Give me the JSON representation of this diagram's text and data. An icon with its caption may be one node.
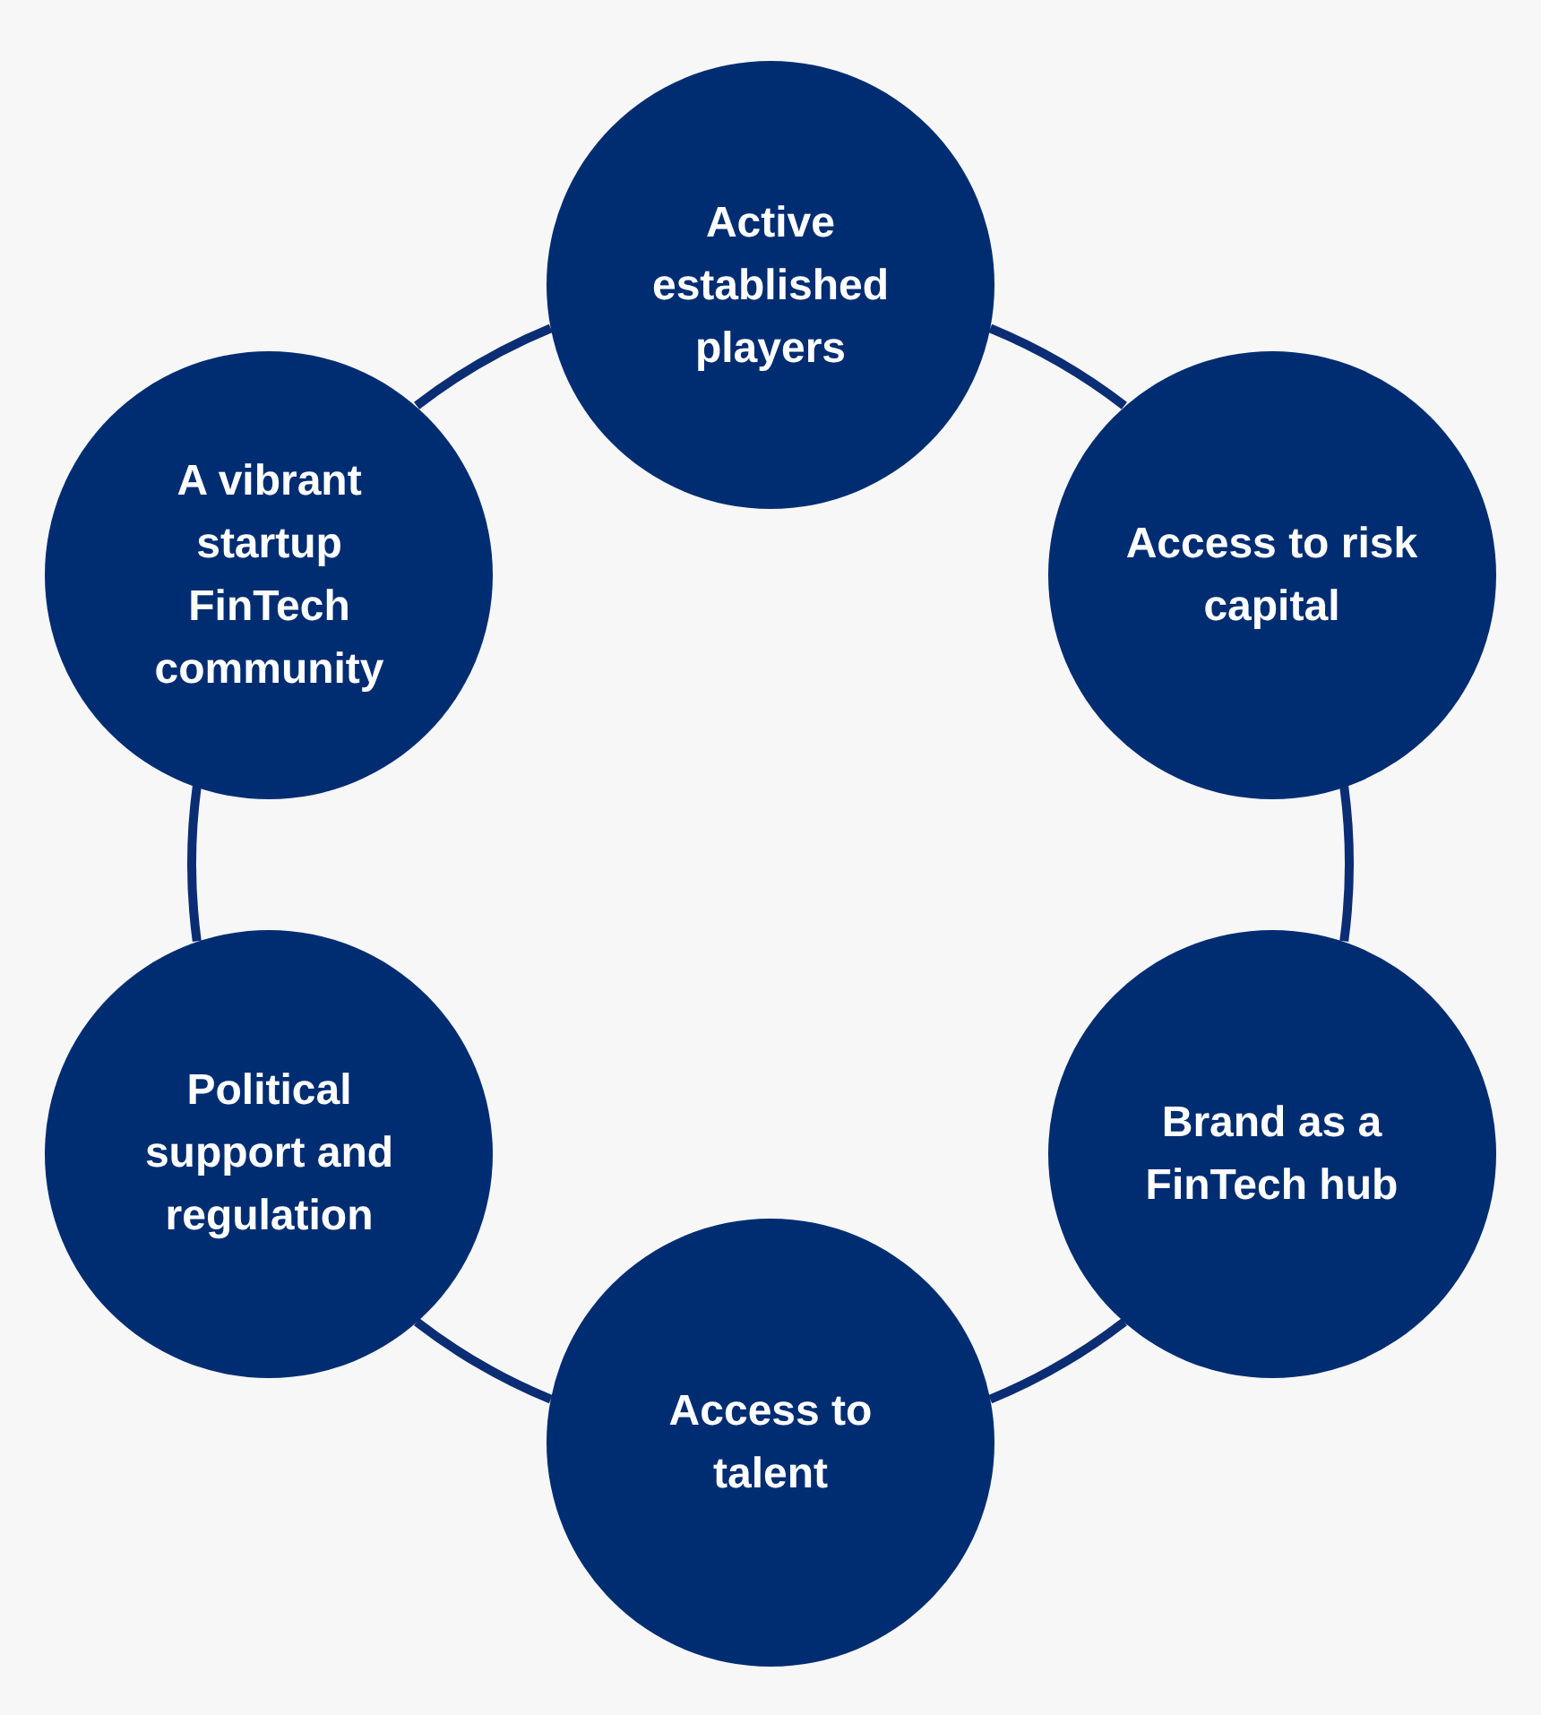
{
  "diagram": {
    "nodes": [
      {
        "text": [
          "Active established players"
        ]
      },
      {
        "text": [
          "Access to risk capital"
        ]
      },
      {
        "text": [
          "Brand as a FinTech hub"
        ]
      },
      {
        "text": [
          "Access to talent"
        ]
      },
      {
        "text": [
          "Political support and regulation"
        ]
      },
      {
        "text": [
          "A vibrant startup FinTech community"
        ]
      }
    ],
    "edges": [
      {
        "from": 0,
        "to": 1,
        "arrow": "none"
      },
      {
        "from": 1,
        "to": 2,
        "arrow": "none"
      },
      {
        "from": 2,
        "to": 3,
        "arrow": "none"
      },
      {
        "from": 3,
        "to": 4,
        "arrow": "none"
      },
      {
        "from": 4,
        "to": 5,
        "arrow": "none"
      },
      {
        "from": 5,
        "to": 0,
        "arrow": "none"
      }
    ]
  }
}
